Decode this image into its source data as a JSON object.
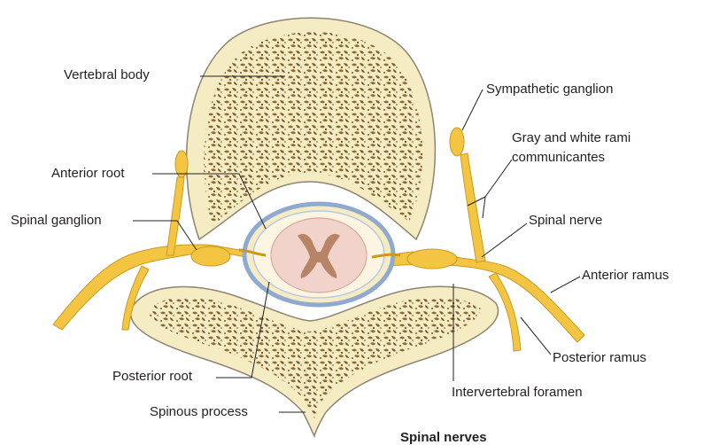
{
  "labels": {
    "vertebral_body": "Vertebral body",
    "anterior_root": "Anterior root",
    "spinal_ganglion": "Spinal ganglion",
    "posterior_root": "Posterior root",
    "spinous_process": "Spinous process",
    "sympathetic_ganglion": "Sympathetic ganglion",
    "gray_white_rami_line1": "Gray and white rami",
    "gray_white_rami_line2": "communicantes",
    "spinal_nerve": "Spinal nerve",
    "anterior_ramus": "Anterior ramus",
    "posterior_ramus": "Posterior ramus",
    "intervertebral_foramen": "Intervertebral foramen"
  },
  "caption": "Spinal nerves",
  "colors": {
    "bone_fill": "#f6ecc4",
    "bone_outline": "#8d8472",
    "spongy_bone": "#8a6a3a",
    "nerve": "#f4c542",
    "nerve_outline": "#c99a1e",
    "dura": "#8fa9cf",
    "cord_white_matter": "#f2d3cb",
    "cord_gray_matter": "#b88467",
    "leader_line": "#231f20"
  }
}
